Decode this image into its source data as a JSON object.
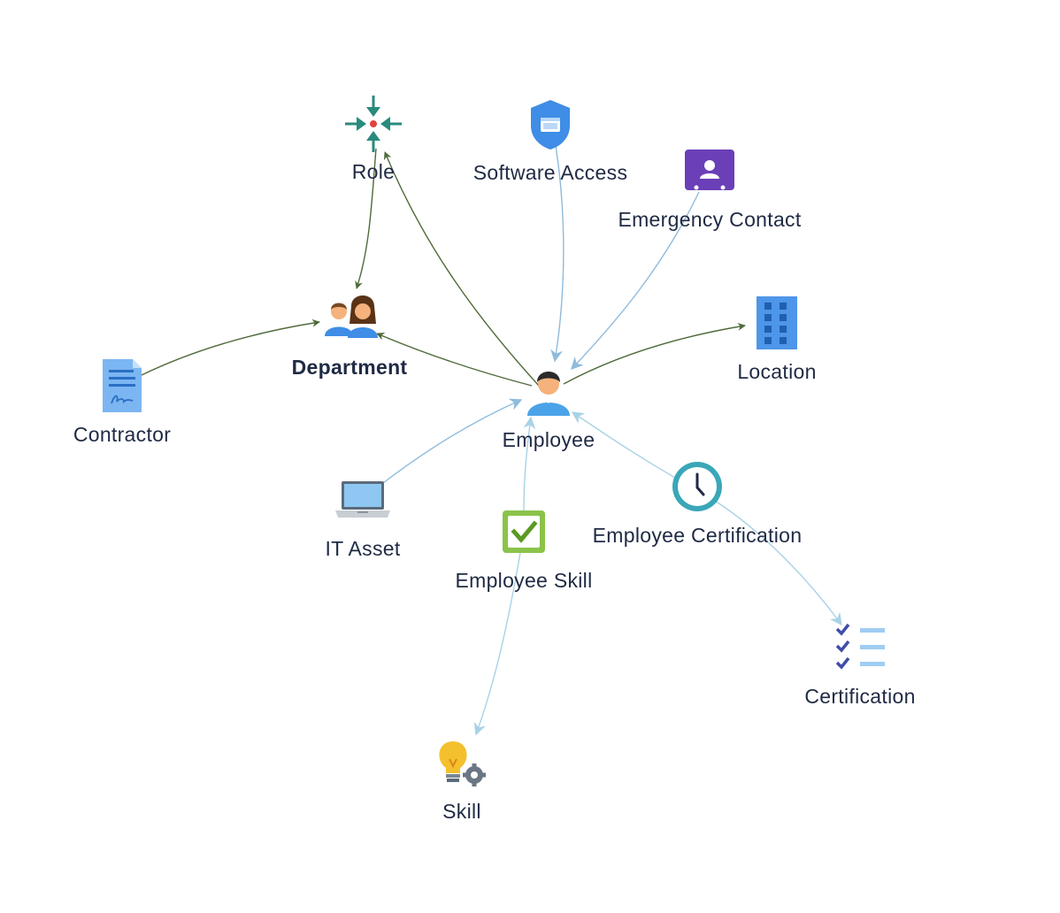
{
  "diagram": {
    "nodes": [
      {
        "id": "role",
        "label": "Role",
        "icon": "focus-arrows-icon"
      },
      {
        "id": "software_access",
        "label": "Software Access",
        "icon": "shield-window-icon"
      },
      {
        "id": "emergency_contact",
        "label": "Emergency Contact",
        "icon": "contact-card-icon"
      },
      {
        "id": "department",
        "label": "Department",
        "icon": "people-group-icon",
        "emphasized": true
      },
      {
        "id": "location",
        "label": "Location",
        "icon": "building-icon"
      },
      {
        "id": "contractor",
        "label": "Contractor",
        "icon": "signed-document-icon"
      },
      {
        "id": "employee",
        "label": "Employee",
        "icon": "person-icon"
      },
      {
        "id": "it_asset",
        "label": "IT Asset",
        "icon": "laptop-icon"
      },
      {
        "id": "employee_skill",
        "label": "Employee Skill",
        "icon": "checkbox-icon"
      },
      {
        "id": "employee_certification",
        "label": "Employee Certification",
        "icon": "clock-icon"
      },
      {
        "id": "certification",
        "label": "Certification",
        "icon": "checklist-icon"
      },
      {
        "id": "skill",
        "label": "Skill",
        "icon": "lightbulb-gear-icon"
      }
    ],
    "edges": [
      {
        "from": "role",
        "to": "department",
        "color": "green"
      },
      {
        "from": "employee",
        "to": "role",
        "color": "green"
      },
      {
        "from": "employee",
        "to": "department",
        "color": "green"
      },
      {
        "from": "employee",
        "to": "location",
        "color": "green"
      },
      {
        "from": "contractor",
        "to": "department",
        "color": "green"
      },
      {
        "from": "software_access",
        "to": "employee",
        "color": "blue"
      },
      {
        "from": "emergency_contact",
        "to": "employee",
        "color": "blue"
      },
      {
        "from": "it_asset",
        "to": "employee",
        "color": "blue"
      },
      {
        "from": "employee_skill",
        "to": "employee",
        "color": "lightblue"
      },
      {
        "from": "employee_certification",
        "to": "employee",
        "color": "lightblue"
      },
      {
        "from": "employee_skill",
        "to": "skill",
        "color": "lightblue"
      },
      {
        "from": "employee_certification",
        "to": "certification",
        "color": "lightblue"
      }
    ]
  },
  "colors": {
    "green_edge": "#4f6a3a",
    "blue_edge": "#8fbbdc",
    "lightblue_edge": "#a9d2e6",
    "label": "#1f2a44"
  }
}
